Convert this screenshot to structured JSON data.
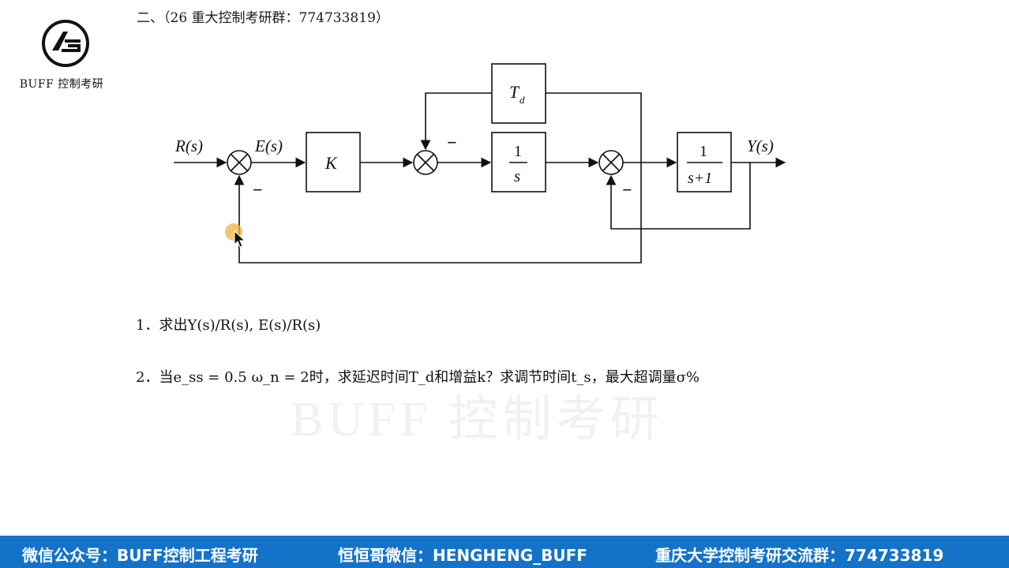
{
  "logo": {
    "text": "BUFF 控制考研",
    "icon": "buff-logo-icon"
  },
  "heading": "二、（26 重大控制考研群：774733819）",
  "diagram": {
    "input_label": "R(s)",
    "error_label": "E(s)",
    "output_label": "Y(s)",
    "gain_block": "K",
    "td_block": "T",
    "td_sub": "d",
    "integrator_num": "1",
    "integrator_den": "s",
    "plant_num": "1",
    "plant_den": "s+1",
    "minus_sign": "−"
  },
  "questions": {
    "q1": "1．求出Y(s)/R(s), E(s)/R(s)",
    "q2": "2．当e_ss = 0.5 ω_n = 2时，求延迟时间T_d和增益k？求调节时间t_s，最大超调量σ%"
  },
  "watermark": "BUFF 控制考研",
  "footer": {
    "wechat_official": "微信公众号：BUFF控制工程考研",
    "wechat_personal": "恒恒哥微信：HENGHENG_BUFF",
    "group": "重庆大学控制考研交流群：774733819"
  },
  "colors": {
    "footer_bg": "#1473c9",
    "cursor_highlight": "#f0b43c"
  }
}
